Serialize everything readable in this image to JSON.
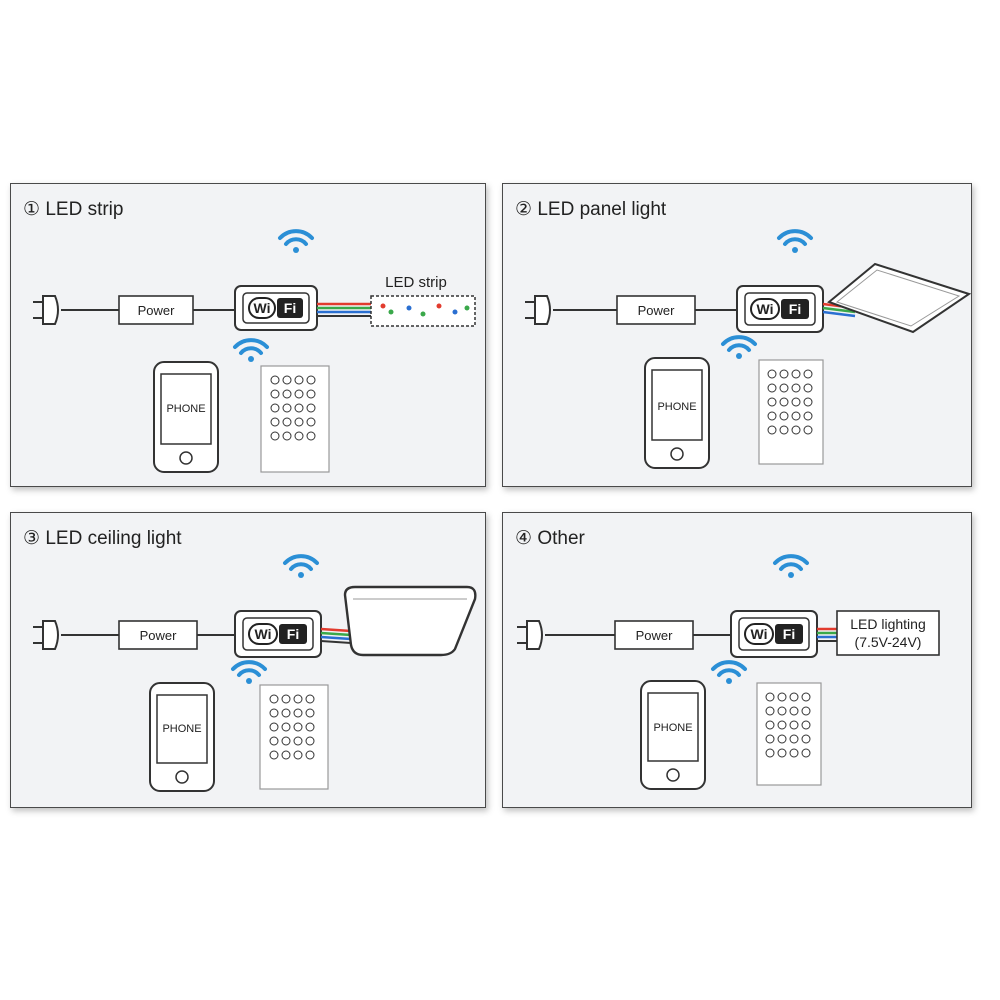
{
  "panels": [
    {
      "number": "①",
      "title": "LED strip",
      "power_label": "Power",
      "wifi_label_left": "Wi",
      "wifi_label_right": "Fi",
      "phone_label": "PHONE",
      "device_label": "LED strip",
      "device_type": "strip-icon"
    },
    {
      "number": "②",
      "title": "LED panel light",
      "power_label": "Power",
      "wifi_label_left": "Wi",
      "wifi_label_right": "Fi",
      "phone_label": "PHONE",
      "device_type": "panel-light-icon"
    },
    {
      "number": "③",
      "title": "LED ceiling light",
      "power_label": "Power",
      "wifi_label_left": "Wi",
      "wifi_label_right": "Fi",
      "phone_label": "PHONE",
      "device_type": "ceiling-light-icon"
    },
    {
      "number": "④",
      "title": "Other",
      "power_label": "Power",
      "wifi_label_left": "Wi",
      "wifi_label_right": "Fi",
      "phone_label": "PHONE",
      "device_type": "led-lighting-box",
      "device_label_line1": "LED lighting",
      "device_label_line2": "(7.5V-24V)"
    }
  ],
  "colors": {
    "wifi_signal": "#2b8fd6",
    "wire_red": "#e23b2e",
    "wire_green": "#3aa84a",
    "wire_blue": "#2a6fd1",
    "panel_bg": "#f2f3f5",
    "outline": "#333333"
  }
}
